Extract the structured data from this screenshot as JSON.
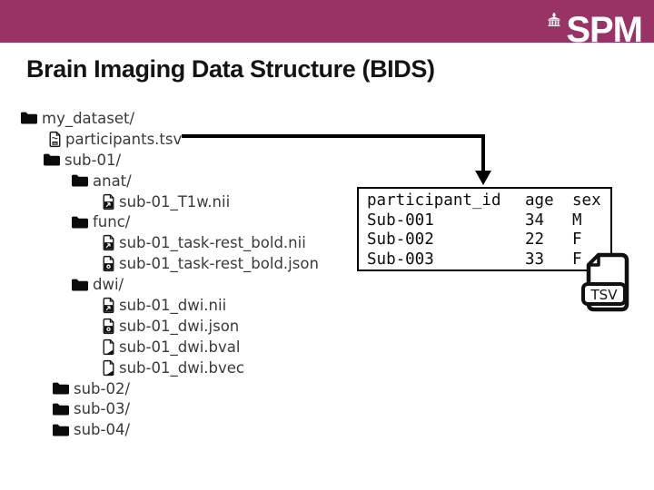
{
  "header": {
    "bar_color": "#993366",
    "logo": {
      "text": "SPM",
      "icon": "ucl-portico-icon"
    }
  },
  "title": "Brain Imaging Data Structure (BIDS)",
  "tree": {
    "items": [
      {
        "label": "my_dataset/",
        "icon": "folder",
        "indent": 22
      },
      {
        "label": "participants.tsv",
        "icon": "tsv-file",
        "indent": 53
      },
      {
        "label": "sub-01/",
        "icon": "folder",
        "indent": 47
      },
      {
        "label": "anat/",
        "icon": "folder",
        "indent": 78
      },
      {
        "label": "sub-01_T1w.nii",
        "icon": "nii-file",
        "indent": 112
      },
      {
        "label": "func/",
        "icon": "folder",
        "indent": 78
      },
      {
        "label": "sub-01_task-rest_bold.nii",
        "icon": "nii-file",
        "indent": 112
      },
      {
        "label": "sub-01_task-rest_bold.json",
        "icon": "json-file",
        "indent": 112
      },
      {
        "label": "dwi/",
        "icon": "folder",
        "indent": 78
      },
      {
        "label": "sub-01_dwi.nii",
        "icon": "nii-file",
        "indent": 112
      },
      {
        "label": "sub-01_dwi.json",
        "icon": "json-file",
        "indent": 112
      },
      {
        "label": "sub-01_dwi.bval",
        "icon": "plain-file",
        "indent": 112
      },
      {
        "label": "sub-01_dwi.bvec",
        "icon": "plain-file",
        "indent": 112
      },
      {
        "label": "sub-02/",
        "icon": "folder",
        "indent": 57
      },
      {
        "label": "sub-03/",
        "icon": "folder",
        "indent": 57
      },
      {
        "label": "sub-04/",
        "icon": "folder",
        "indent": 57
      }
    ]
  },
  "participants_table": {
    "columns": [
      "participant_id",
      "age",
      "sex"
    ],
    "rows": [
      [
        "Sub-001",
        "34",
        "M"
      ],
      [
        "Sub-002",
        "22",
        "F"
      ],
      [
        "Sub-003",
        "33",
        "F"
      ]
    ]
  },
  "tsv_icon": {
    "label": "TSV"
  }
}
